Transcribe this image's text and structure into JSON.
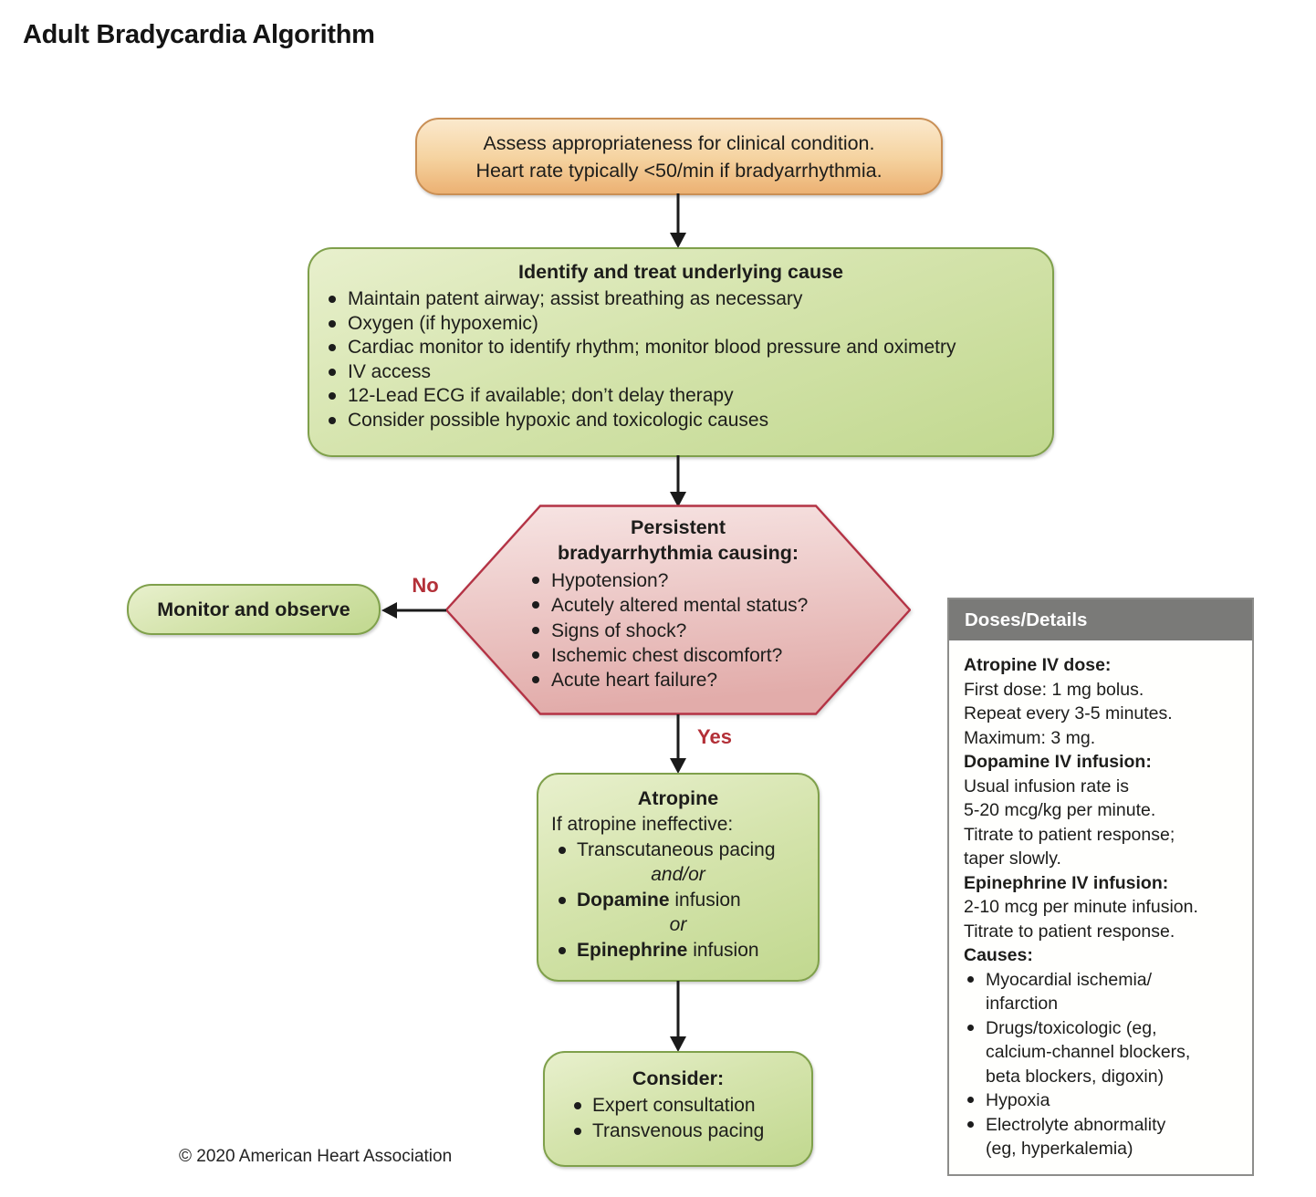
{
  "title": "Adult Bradycardia Algorithm",
  "copyright": "© 2020 American Heart Association",
  "colors": {
    "decision_label": "#b33038",
    "green_box_border": "#7fa04b",
    "orange_box_border": "#c98f55",
    "hexagon_border": "#b43345",
    "panel_header_bg": "#7a7a78",
    "arrow": "#1a1a1a"
  },
  "flow": {
    "assess": {
      "text": "Assess appropriateness for clinical condition.\nHeart rate typically <50/min if bradyarrhythmia."
    },
    "identify": {
      "heading": "Identify and treat underlying cause",
      "bullets": [
        "Maintain patent airway; assist breathing as necessary",
        "Oxygen (if hypoxemic)",
        "Cardiac monitor to identify rhythm; monitor blood pressure and oximetry",
        "IV access",
        "12-Lead ECG if available; don’t delay therapy",
        "Consider possible hypoxic and toxicologic causes"
      ]
    },
    "decision": {
      "heading": "Persistent\nbradyarrhythmia causing:",
      "bullets": [
        "Hypotension?",
        "Acutely altered mental status?",
        "Signs of shock?",
        "Ischemic chest discomfort?",
        "Acute heart failure?"
      ]
    },
    "no_label": "No",
    "yes_label": "Yes",
    "monitor": {
      "label": "Monitor and observe"
    },
    "atropine": {
      "heading": "Atropine",
      "intro": "If atropine ineffective:",
      "rows": [
        {
          "bold": "",
          "text": "Transcutaneous pacing"
        },
        {
          "connector": "and/or"
        },
        {
          "bold": "Dopamine",
          "text": " infusion"
        },
        {
          "connector": "or"
        },
        {
          "bold": "Epinephrine",
          "text": " infusion"
        }
      ]
    },
    "consider": {
      "heading": "Consider:",
      "bullets": [
        "Expert consultation",
        "Transvenous pacing"
      ]
    }
  },
  "doses_panel": {
    "header": "Doses/Details",
    "sections": [
      {
        "heading": "Atropine IV dose:",
        "body": "First dose: 1 mg bolus.\nRepeat every 3-5 minutes.\nMaximum: 3 mg."
      },
      {
        "heading": "Dopamine IV infusion:",
        "body": "Usual infusion rate is\n5-20 mcg/kg per minute.\nTitrate to patient response;\ntaper slowly."
      },
      {
        "heading": "Epinephrine IV infusion:",
        "body": "2-10 mcg per minute infusion.\nTitrate to patient response."
      },
      {
        "heading": "Causes:",
        "bullets": [
          "Myocardial ischemia/\ninfarction",
          "Drugs/toxicologic (eg,\ncalcium-channel blockers,\nbeta blockers, digoxin)",
          "Hypoxia",
          "Electrolyte abnormality\n(eg, hyperkalemia)"
        ]
      }
    ]
  }
}
